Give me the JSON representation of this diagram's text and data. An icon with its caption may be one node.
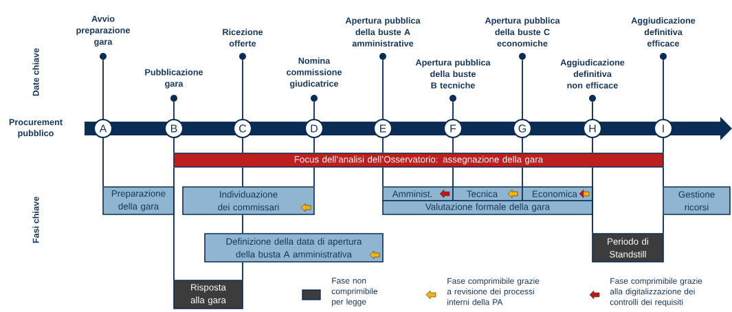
{
  "diagram": {
    "nodes": [
      {
        "text": [
          "A"
        ],
        "in": 29
      },
      {
        "text": [
          "B"
        ],
        "in": 29
      },
      {
        "text": [
          "C"
        ],
        "in": 29
      },
      {
        "text": [
          "D"
        ],
        "in": 29
      },
      {
        "text": [
          "E"
        ],
        "in": 29
      },
      {
        "text": [
          "F"
        ],
        "in": 29
      },
      {
        "text": [
          "G"
        ],
        "in": 29
      },
      {
        "text": [
          "H"
        ],
        "in": 29
      },
      {
        "text": [
          "I"
        ],
        "in": 29
      },
      {
        "text": [],
        "shape": "circle",
        "beside": [
          "Avvio preparazione gara"
        ]
      },
      {
        "text": [],
        "shape": "circle",
        "beside": [
          "Pubblicazione gara"
        ]
      },
      {
        "text": [],
        "shape": "circle",
        "beside": [
          "Ricezione offerte"
        ]
      },
      {
        "text": [],
        "shape": "circle",
        "beside": [
          "Nomina commissione giudicatrice"
        ]
      },
      {
        "text": [],
        "shape": "circle",
        "beside": [
          "Apertura pubblica della buste A amministrative"
        ]
      },
      {
        "text": [],
        "shape": "circle",
        "beside": [
          "Apertura pubblica della buste B tecniche"
        ]
      },
      {
        "text": [],
        "shape": "circle",
        "beside": [
          "Apertura pubblica della buste C economiche"
        ]
      },
      {
        "text": [],
        "shape": "circle",
        "beside": [
          "Aggiudicazione definitiva non efficace"
        ]
      },
      {
        "text": [],
        "shape": "circle",
        "beside": [
          "Aggiudicazione definitiva efficace"
        ]
      },
      {
        "text": [
          "Focus dell’analisi dell’Osservatorio: assegnazione della gara"
        ]
      },
      {
        "text": [
          "Preparazione della gara"
        ]
      },
      {
        "text": [
          "Individuazione dei commissari"
        ]
      },
      {
        "text": [
          "Amminist."
        ]
      },
      {
        "text": [
          "Tecnica"
        ]
      },
      {
        "text": [
          "Economica"
        ]
      },
      {
        "text": [
          "Valutazione formale della gara"
        ]
      },
      {
        "text": [
          "Gestione ricorsi"
        ]
      },
      {
        "text": [
          "Definizione della data di apertura della busta A amministrativa"
        ]
      },
      {
        "text": [
          "Periodo di Standstill"
        ]
      },
      {
        "text": [
          "Risposta alla gara"
        ]
      },
      {
        "text": [
          "Procurement pubblico"
        ]
      }
    ],
    "edges": [
      {
        "from": 9,
        "to": 0,
        "arrow": "none"
      },
      {
        "from": 10,
        "to": 1,
        "arrow": "none"
      },
      {
        "from": 11,
        "to": 2,
        "arrow": "none"
      },
      {
        "from": 12,
        "to": 3,
        "arrow": "none"
      },
      {
        "from": 13,
        "to": 4,
        "arrow": "none"
      },
      {
        "from": 14,
        "to": 5,
        "arrow": "none"
      },
      {
        "from": 15,
        "to": 6,
        "arrow": "none"
      },
      {
        "from": 16,
        "to": 7,
        "arrow": "none"
      },
      {
        "from": 17,
        "to": 8,
        "arrow": "none"
      },
      {
        "from": 0,
        "to": 19,
        "arrow": "none"
      },
      {
        "from": 1,
        "to": 18,
        "arrow": "none"
      },
      {
        "from": 18,
        "to": 28,
        "arrow": "none"
      },
      {
        "from": 2,
        "to": 18,
        "arrow": "none"
      },
      {
        "from": 18,
        "to": 20,
        "arrow": "none"
      },
      {
        "from": 20,
        "to": 26,
        "arrow": "none"
      },
      {
        "from": 26,
        "to": 28,
        "arrow": "none"
      },
      {
        "from": 3,
        "to": 18,
        "arrow": "none"
      },
      {
        "from": 18,
        "to": 20,
        "arrow": "none"
      },
      {
        "from": 4,
        "to": 18,
        "arrow": "none"
      },
      {
        "from": 18,
        "to": 21,
        "arrow": "none"
      },
      {
        "from": 5,
        "to": 18,
        "arrow": "none"
      },
      {
        "from": 18,
        "to": 22,
        "arrow": "none"
      },
      {
        "from": 6,
        "to": 18,
        "arrow": "none"
      },
      {
        "from": 18,
        "to": 23,
        "arrow": "none"
      },
      {
        "from": 7,
        "to": 18,
        "arrow": "none"
      },
      {
        "from": 18,
        "to": 27,
        "arrow": "none"
      },
      {
        "from": 8,
        "to": 18,
        "arrow": "none"
      },
      {
        "from": 18,
        "to": 25,
        "arrow": "none"
      },
      {
        "from": 25,
        "to": 27,
        "arrow": "none"
      }
    ],
    "labels": [
      "Date chiave",
      "Fasi chiave"
    ],
    "legend": [
      {
        "text": "Fase non comprimibile per legge",
        "color": "#3c3c3c"
      },
      {
        "text": "Fase comprimibile grazie a revisione dei processi interni della PA"
      },
      {
        "text": "Fase comprimibile grazie alla digitalizzazione dei controlli dei requisiti"
      }
    ]
  }
}
